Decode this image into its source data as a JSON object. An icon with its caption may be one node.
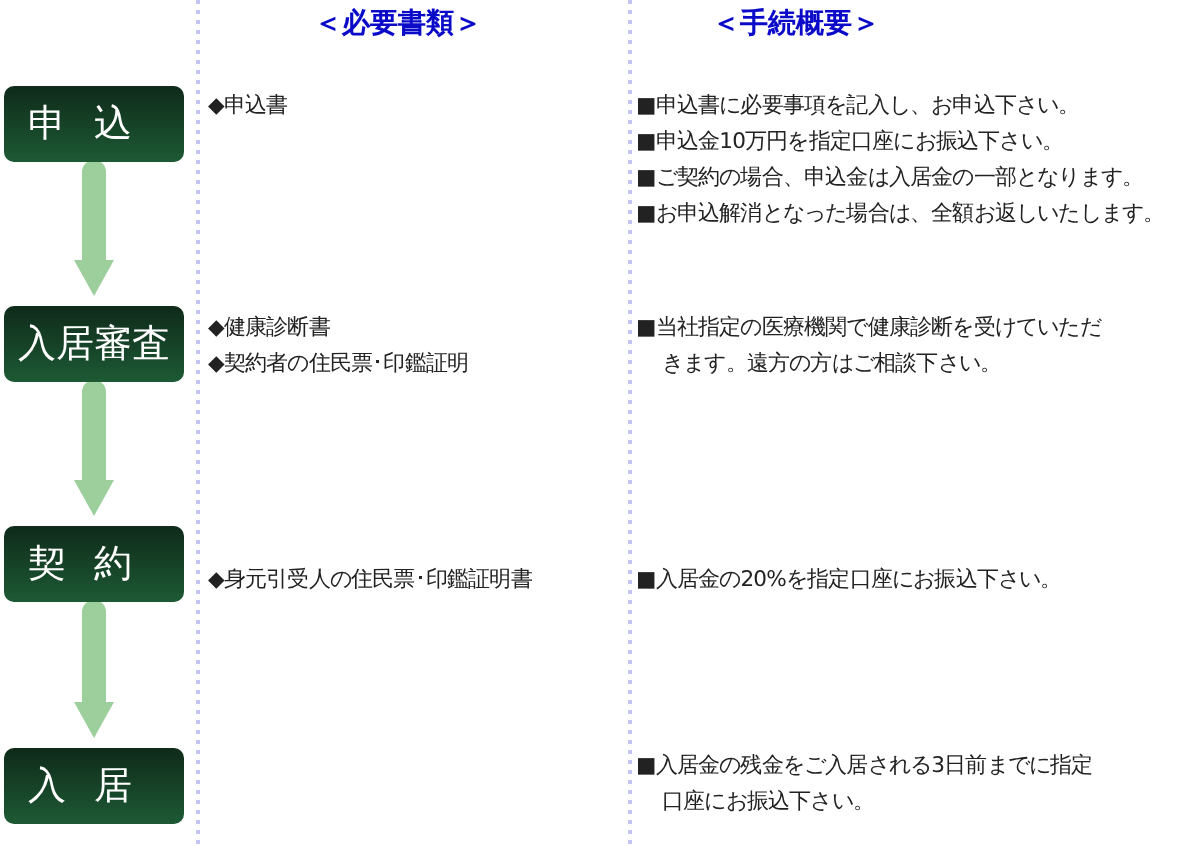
{
  "diagram": {
    "nodes": [
      {
        "text": [
          "申込"
        ]
      },
      {
        "text": [
          "入居審査"
        ]
      },
      {
        "text": [
          "契約"
        ]
      },
      {
        "text": [
          "入居"
        ]
      }
    ],
    "edges": [
      {
        "from": 0,
        "to": 1,
        "arrow": "to"
      },
      {
        "from": 1,
        "to": 2,
        "arrow": "to"
      },
      {
        "from": 2,
        "to": 3,
        "arrow": "to"
      }
    ],
    "labels": [
      "＜必要書類＞",
      "＜手続概要＞",
      "◆申込書",
      "■申込書に必要事項を記入し、お申込下さい。",
      "■申込金10万円を指定口座にお振込下さい。",
      "■ご契約の場合、申込金は入居金の一部となります。",
      "■お申込解消となった場合は、全額お返しいたします。",
      "◆健康診断書",
      "◆契約者の住民票･印鑑証明",
      "■当社指定の医療機関で健康診断を受けていただきます。遠方の方はご相談下さい。",
      "◆身元引受人の住民票･印鑑証明書",
      "■入居金の20%を指定口座にお振込下さい。",
      "■入居金の残金をご入居される3日前までに指定口座にお振込下さい。"
    ]
  }
}
